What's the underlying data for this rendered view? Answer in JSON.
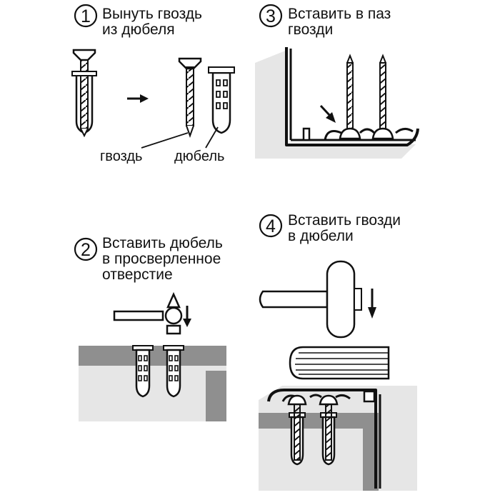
{
  "steps": [
    {
      "number": "1",
      "line1": "Вынуть гвоздь",
      "line2": "из дюбеля"
    },
    {
      "number": "2",
      "line1": "Вставить дюбель",
      "line2": "в просверленное",
      "line3": "отверстие"
    },
    {
      "number": "3",
      "line1": "Вставить в паз",
      "line2": "гвозди"
    },
    {
      "number": "4",
      "line1": "Вставить гвозди",
      "line2": "в дюбели"
    }
  ],
  "labels": {
    "nail": "гвоздь",
    "dowel": "дюбель"
  },
  "colors": {
    "ink": "#111111",
    "wall_light": "#e6e6e6",
    "wall_dark": "#8f8f8f",
    "metal": "#ffffff"
  }
}
